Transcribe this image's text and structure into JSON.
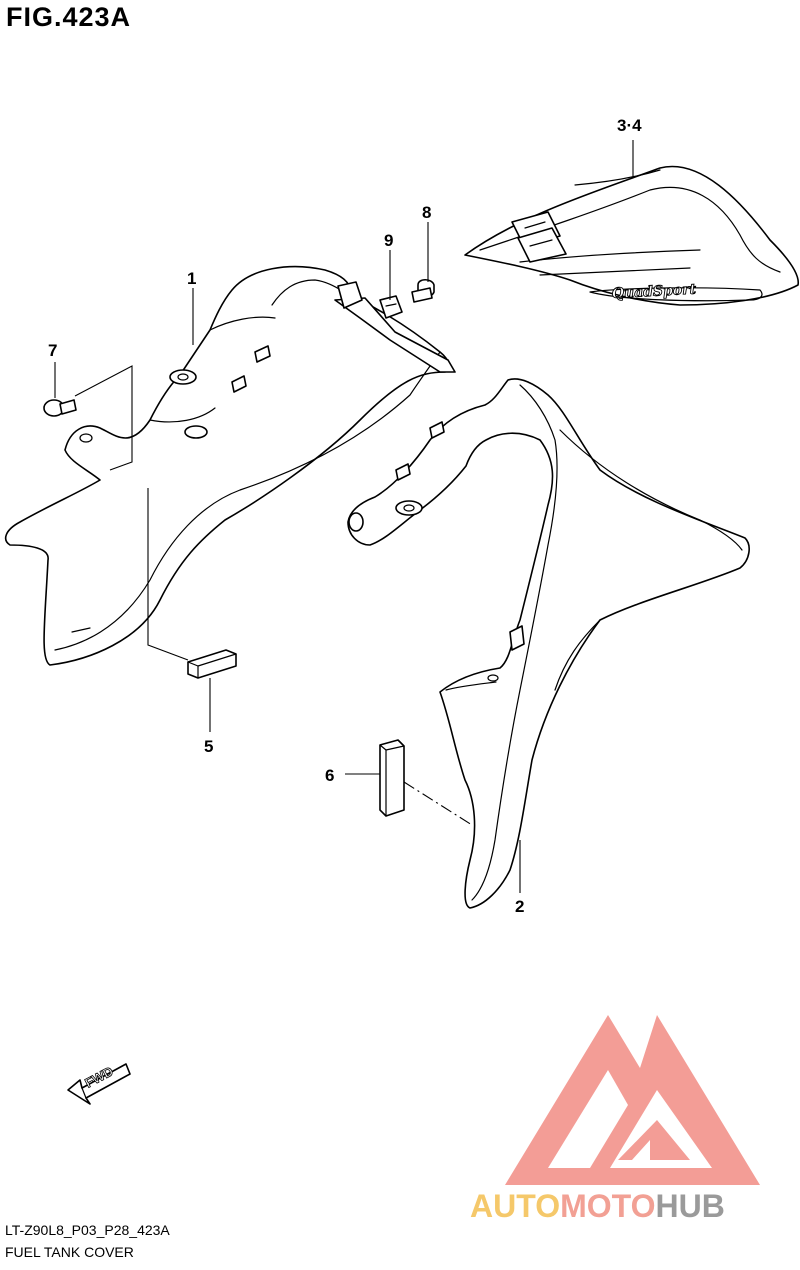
{
  "figure": {
    "title": "FIG.423A",
    "code": "LT-Z90L8_P03_P28_423A",
    "caption": "FUEL TANK COVER"
  },
  "callouts": {
    "c1": "1",
    "c2": "2",
    "c34": "3·4",
    "c5": "5",
    "c6": "6",
    "c7": "7",
    "c8": "8",
    "c9": "9"
  },
  "decal_text": "QuadSport",
  "fwd_label": "FWD",
  "watermark": {
    "part1": "AUTO",
    "part2": "MOTO",
    "part3": "HUB",
    "colors": {
      "auto": "#f5c86a",
      "moto": "#f2a094",
      "hub": "#9a9a9a",
      "logo": "#f28c84"
    }
  },
  "icons": [
    "fwd-arrow-icon",
    "automotohub-logo-icon"
  ]
}
